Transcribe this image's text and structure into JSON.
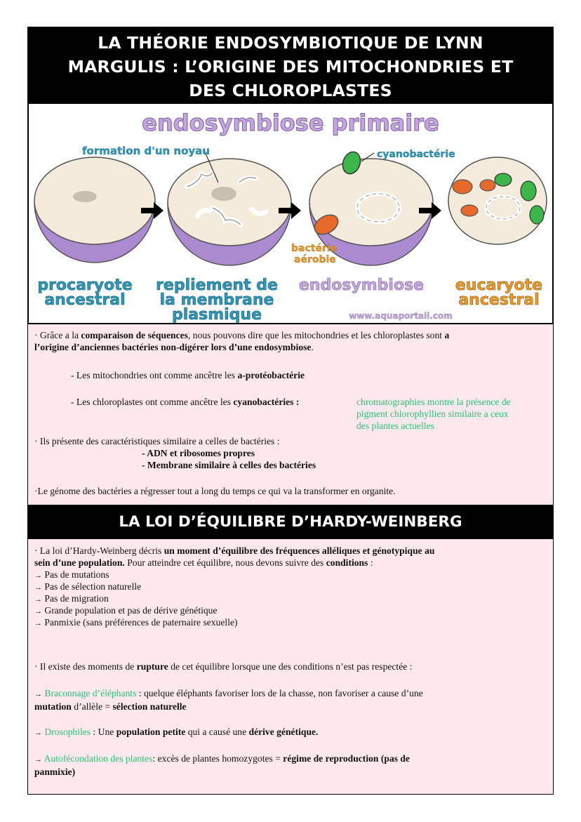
{
  "section1": {
    "title_line1": "LA THÉORIE ENDOSYMBIOTIQUE DE LYNN",
    "title_line2": "MARGULIS : L’ORIGINE DES MITOCHONDRIES ET",
    "title_line3": "DES CHLOROPLASTES"
  },
  "diagram": {
    "heading": "endosymbiose primaire",
    "label_noyau": "formation d'un noyau",
    "label_cyano": "cyanobactérie",
    "label_bacterie_1": "bactérie",
    "label_bacterie_2": "aérobie",
    "stage1_line1": "procaryote",
    "stage1_line2": "ancestral",
    "stage2_line1": "repliement de",
    "stage2_line2": "la membrane",
    "stage2_line3": "plasmique",
    "stage3": "endosymbiose",
    "stage4_line1": "eucaryote",
    "stage4_line2": "ancestral",
    "watermark": "www.aquaportail.com",
    "colors": {
      "heading": "#c4a7dd",
      "blue_label": "#2e97b8",
      "orange_label": "#e89a2a",
      "cell": "#f4ebdc",
      "membrane": "#ab8ad0"
    }
  },
  "text1": {
    "p1_a": "· Grâce a la ",
    "p1_b": "comparaison de séquences",
    "p1_c": ", nous pouvons dire que les mitochondries et les chloroplastes sont ",
    "p1_d": "a",
    "p1_e": "l’origine d’anciennes bactéries non-digérer lors d’une endosymbiose",
    "p1_f": ".",
    "p2_a": "- Les mitochondries ont comme ancêtre les ",
    "p2_b": "a-protéobactérie",
    "p3_a": "- Les chloroplastes ont comme ancêtre les ",
    "p3_b": "cyanobactéries :",
    "p3_green1": "chromatographies montre la présence de",
    "p3_green2": "pigment chlorophyllien similaire a ceux",
    "p3_green3": "des plantes actuelles",
    "p4": "· Ils présente des caractéristiques similaire a celles de bactéries :",
    "p4_i1": "- ADN et ribosomes propres",
    "p4_i2": "- Membrane similaire à celles des bactéries",
    "p5": "·Le génome des bactéries a régresser tout a long du temps ce qui va la transformer en organite."
  },
  "section2": {
    "title": "LA LOI D’ÉQUILIBRE D’HARDY-WEINBERG"
  },
  "text2": {
    "arrow": "→",
    "p1_a": "· La loi d’Hardy-Weinberg décris ",
    "p1_b": "un moment d’équilibre des fréquences alléliques et génotypique au",
    "p1_c": "sein d’une population.",
    "p1_d": " Pour atteindre cet équilibre, nous devons suivre des ",
    "p1_e": "conditions",
    "p1_f": " :",
    "cond1": "Pas de mutations",
    "cond2": "Pas de sélection naturelle",
    "cond3": "Pas de migration",
    "cond4": "Grande population et pas de dérive génétique",
    "cond5": "Panmixie (sans préférences de paternaire sexuelle)",
    "p2_a": "· Il existe des moments de ",
    "p2_b": "rupture",
    "p2_c": " de cet équilibre lorsque une des conditions n’est pas respectée :",
    "ex1_green": "Braconnage d’éléphants",
    "ex1_a": " : quelque éléphants favoriser lors de la chasse, non favoriser a cause d’une",
    "ex1_b": "mutation",
    "ex1_c": " d’allèle = ",
    "ex1_d": "sélection naturelle",
    "ex2_green": "Drosophiles",
    "ex2_a": " : Une ",
    "ex2_b": "population petite",
    "ex2_c": " qui a causé une ",
    "ex2_d": "dérive génétique.",
    "ex3_green": "Autofécondation des plantes",
    "ex3_a": ": excès de plantes homozygotes = ",
    "ex3_b": "régime de reproduction (pas de",
    "ex3_c": "panmixie)"
  }
}
